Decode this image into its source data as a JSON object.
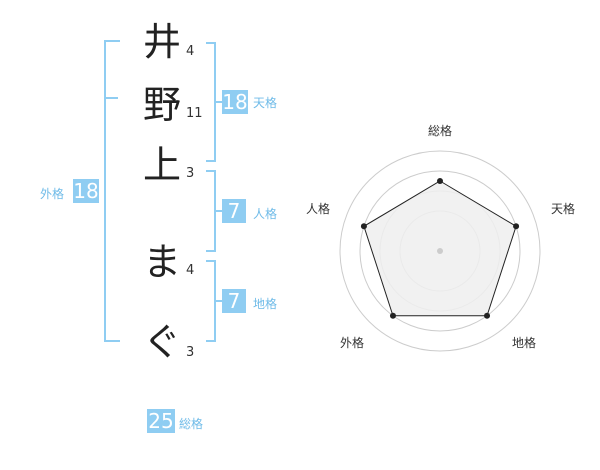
{
  "name": {
    "chars": [
      {
        "char": "井",
        "strokes": "4"
      },
      {
        "char": "野",
        "strokes": "11"
      },
      {
        "char": "上",
        "strokes": "3"
      },
      {
        "char": "ま",
        "strokes": "4"
      },
      {
        "char": "ぐ",
        "strokes": "3"
      }
    ]
  },
  "scores": {
    "tenkaku": {
      "value": "18",
      "label": "天格"
    },
    "jinkaku": {
      "value": "7",
      "label": "人格"
    },
    "chikaku": {
      "value": "7",
      "label": "地格"
    },
    "gaikaku": {
      "value": "18",
      "label": "外格"
    },
    "soukaku": {
      "value": "25",
      "label": "総格"
    }
  },
  "radar": {
    "labels": [
      "総格",
      "天格",
      "地格",
      "外格",
      "人格"
    ],
    "values": [
      0.7,
      0.8,
      0.8,
      0.8,
      0.8
    ],
    "colors": {
      "ring": "#cccccc",
      "fill": "#eeeeee",
      "line": "#222222",
      "point": "#222222",
      "center": "#cccccc"
    }
  }
}
